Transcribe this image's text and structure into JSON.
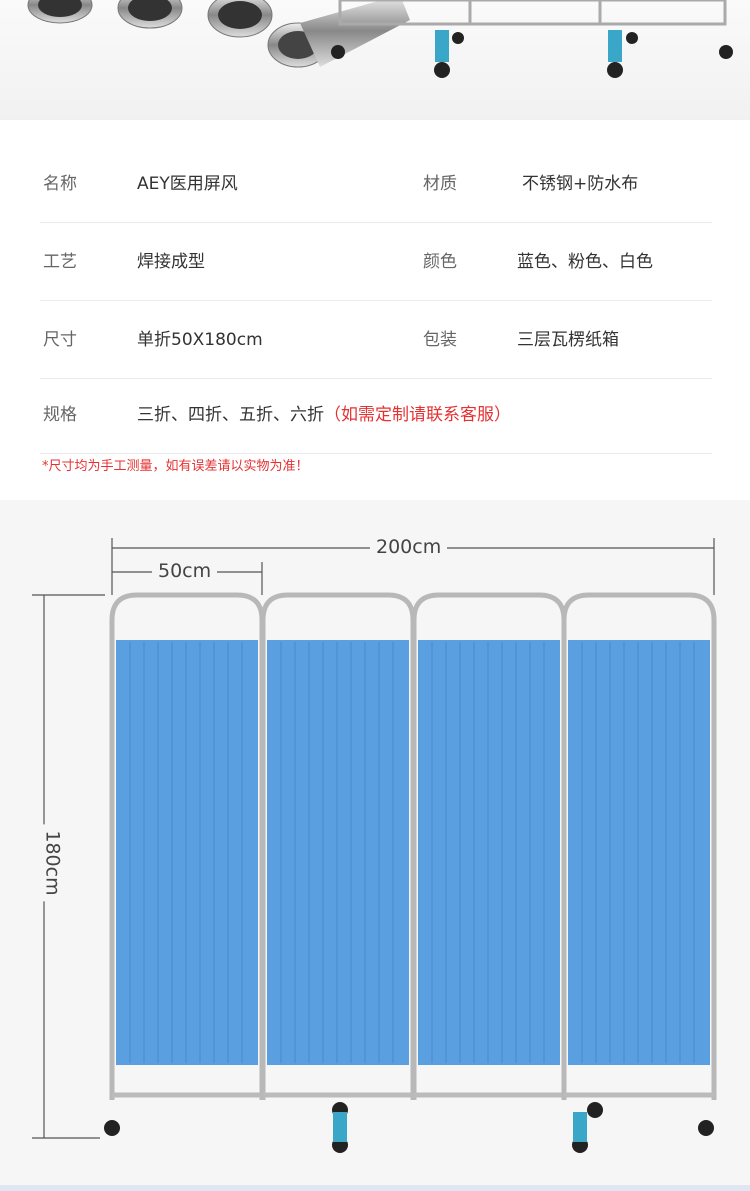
{
  "specs": [
    {
      "label": "名称",
      "value": "AEY医用屏风",
      "label2": "材质",
      "value2": "不锈钢+防水布"
    },
    {
      "label": "工艺",
      "value": "焊接成型",
      "label2": "颜色",
      "value2": "蓝色、粉色、白色"
    },
    {
      "label": "尺寸",
      "value": "单折50X180cm",
      "label2": "包装",
      "value2": "三层瓦楞纸箱"
    },
    {
      "label": "规格",
      "value": "三折、四折、五折、六折",
      "value_red": "（如需定制请联系客服）"
    }
  ],
  "note": "*尺寸均为手工测量，如有误差请以实物为准！",
  "dimensions": {
    "total_width": "200cm",
    "panel_width": "50cm",
    "height": "180cm"
  },
  "colors": {
    "fabric": "#5a9fe0",
    "accent_red": "#e63131"
  }
}
